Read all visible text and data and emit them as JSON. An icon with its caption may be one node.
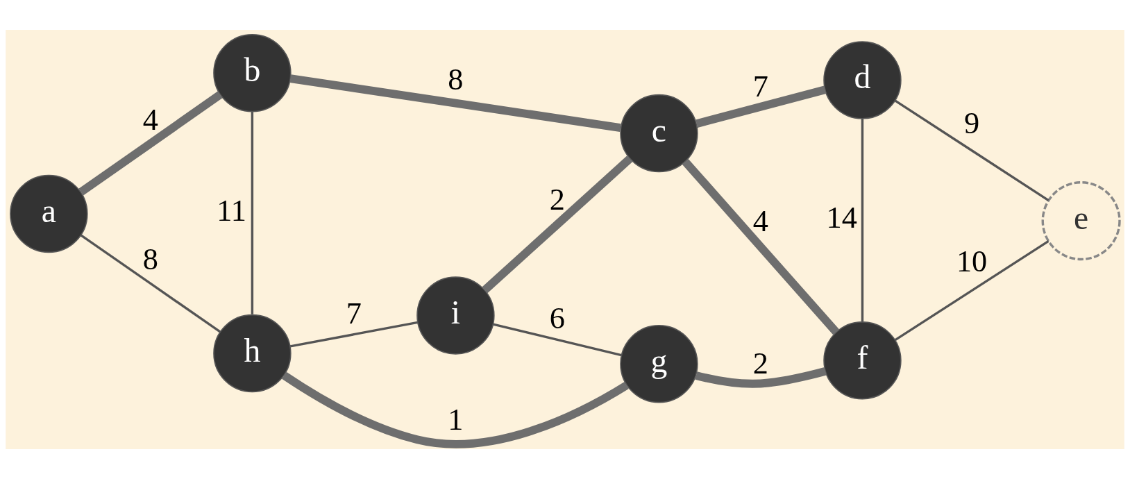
{
  "diagram": {
    "nodes": [
      {
        "text": [
          "b"
        ]
      },
      {
        "text": [
          "c"
        ]
      },
      {
        "text": [
          "d"
        ]
      },
      {
        "text": [
          "a"
        ]
      },
      {
        "text": [
          "i"
        ]
      },
      {
        "text": [
          "e"
        ]
      },
      {
        "text": [
          "h"
        ]
      },
      {
        "text": [
          "g"
        ]
      },
      {
        "text": [
          "f"
        ]
      }
    ],
    "edges": [
      {
        "from": 3,
        "to": 0,
        "arrow": "none",
        "label": "4",
        "style": "thick"
      },
      {
        "from": 0,
        "to": 1,
        "arrow": "none",
        "label": "8",
        "style": "thick"
      },
      {
        "from": 1,
        "to": 2,
        "arrow": "none",
        "label": "7",
        "style": "thick"
      },
      {
        "from": 2,
        "to": 5,
        "arrow": "none",
        "label": "9"
      },
      {
        "from": 0,
        "to": 6,
        "arrow": "none",
        "label": "11"
      },
      {
        "from": 4,
        "to": 1,
        "arrow": "none",
        "label": "2",
        "style": "thick"
      },
      {
        "from": 1,
        "to": 8,
        "arrow": "none",
        "label": "4",
        "style": "thick"
      },
      {
        "from": 2,
        "to": 8,
        "arrow": "none",
        "label": "14"
      },
      {
        "from": 3,
        "to": 6,
        "arrow": "none",
        "label": "8"
      },
      {
        "from": 6,
        "to": 4,
        "arrow": "none",
        "label": "7"
      },
      {
        "from": 4,
        "to": 7,
        "arrow": "none",
        "label": "6"
      },
      {
        "from": 8,
        "to": 5,
        "arrow": "none",
        "label": "10"
      },
      {
        "from": 6,
        "to": 7,
        "arrow": "none",
        "label": "1",
        "style": "thick"
      },
      {
        "from": 7,
        "to": 8,
        "arrow": "none",
        "label": "2",
        "style": "thick"
      }
    ]
  }
}
